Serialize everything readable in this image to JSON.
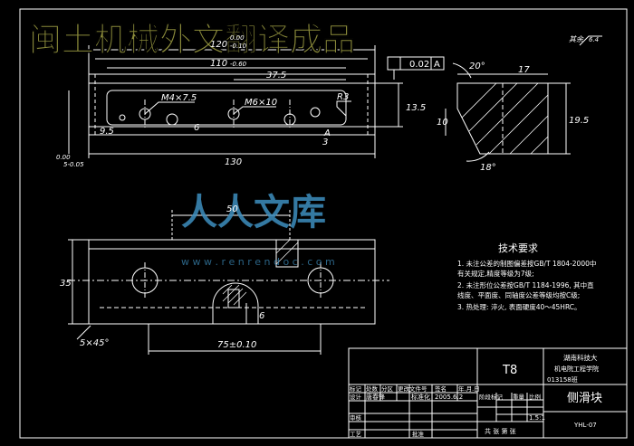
{
  "watermark": {
    "top": "闽土机械外文翻译成品",
    "center": "人人文库",
    "url": "w w w . r e n r e n d o c . c o m"
  },
  "dims": {
    "d120": "120",
    "d120_tol_top": "0.00",
    "d120_tol_bot": "-0.10",
    "d110": "110",
    "d110_tol": "-0.60",
    "d37_5": "37.5",
    "m4": "M4×7.5",
    "m6": "M6×10",
    "r3": "R3",
    "d9_5": "9.5",
    "d6": "6",
    "d13_5": "13.5",
    "d130": "130",
    "d3": "3",
    "left_tol_a": "0.00",
    "left_tol_b": "5-0.05",
    "tol_frame_val": "0.02",
    "tol_frame_datum": "A",
    "datum_a": "A",
    "d20deg": "20°",
    "d17": "17",
    "d10": "10",
    "d19_5": "19.5",
    "d18deg": "18°",
    "d50": "50",
    "d35": "35",
    "d6b": "6",
    "d5x45": "5×45°",
    "d75": "75±0.10",
    "qiyu": "其余",
    "rough": "6.4"
  },
  "notes": {
    "title": "技术要求",
    "items": [
      "1. 未注公差的制图偏差按GB/T 1804-2000中",
      "   有关规定,精度等级为7级;",
      "2. 未注形位公差按GB/T 1184-1996, 其中直",
      "   线度、平面度、同轴度公差等级均按C级;",
      "3. 热处理: 淬火, 表面硬度40～45HRC。"
    ]
  },
  "title_block": {
    "material": "T8",
    "school_1": "湖南科技大",
    "school_2": "机电院工程学院",
    "class_no": "013158班",
    "part_name": "侧滑块",
    "drawing_no": "YHL-07",
    "scale": "1.5:1",
    "date": "2005.6.2",
    "designer": "唐春锋",
    "std": "标准化",
    "h_mark": "标记",
    "h_qty": "处数",
    "h_zone": "分区",
    "h_doc": "更改文件号",
    "h_sign": "签名",
    "h_date": "年.月.日",
    "h_design": "设计",
    "h_stage": "阶段标记",
    "h_weight": "重量",
    "h_scale": "比例",
    "h_audit": "审核",
    "h_process": "工艺",
    "h_approve": "批准",
    "h_sheets": "共    张  第    张"
  }
}
